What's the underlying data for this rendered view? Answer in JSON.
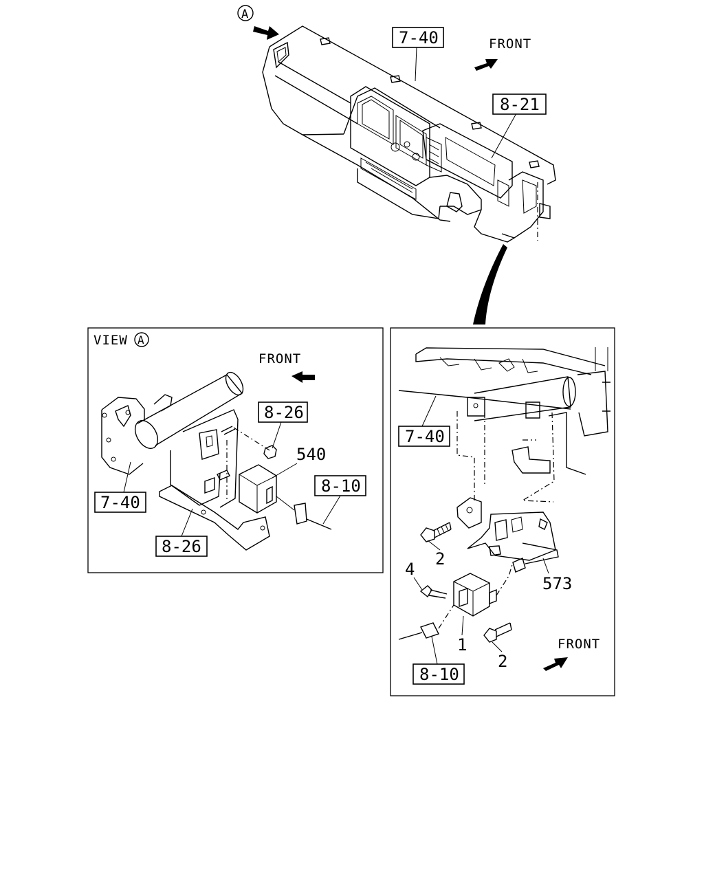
{
  "top": {
    "view_marker": "A",
    "callouts": {
      "dashboard": "7-40",
      "cluster": "8-21"
    },
    "front_label": "FRONT"
  },
  "view_a": {
    "title": "VIEW",
    "marker": "A",
    "front_label": "FRONT",
    "callouts": {
      "nut_ref": "8-26",
      "part_540": "540",
      "harness_ref": "8-10",
      "dash_ref": "7-40",
      "bracket_ref": "8-26"
    }
  },
  "detail": {
    "front_label": "FRONT",
    "callouts": {
      "dash_ref": "7-40",
      "bolt_upper": "2",
      "bolt_lower": "2",
      "screw": "4",
      "bracket": "573",
      "unit": "1",
      "harness_ref": "8-10"
    }
  }
}
